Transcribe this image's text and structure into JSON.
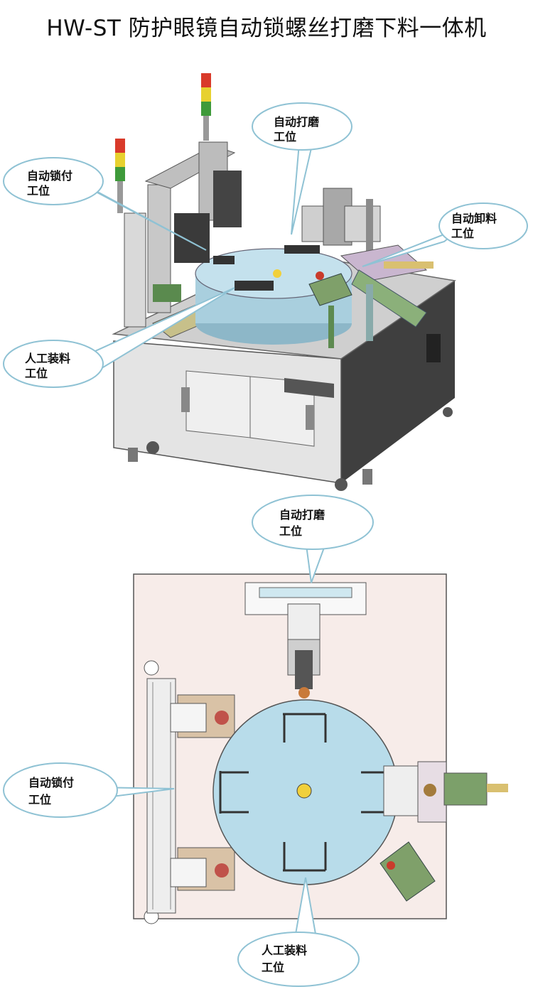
{
  "title": "HW-ST 防护眼镜自动锁螺丝打磨下料一体机",
  "callouts": {
    "polish_top": {
      "line1": "自动打磨",
      "line2": "工位"
    },
    "lock_top": {
      "line1": "自动锁付",
      "line2": "工位"
    },
    "unload_top": {
      "line1": "自动卸料",
      "line2": "工位"
    },
    "manual_top": {
      "line1": "人工装料",
      "line2": "工位"
    },
    "polish_bot": {
      "line1": "自动打磨",
      "line2": "工位"
    },
    "lock_bot": {
      "line1": "自动锁付",
      "line2": "工位"
    },
    "manual_bot": {
      "line1": "人工装料",
      "line2": "工位"
    }
  },
  "colors": {
    "turntable": "#b8dcea",
    "frame": "#d4d4d4",
    "base_dark": "#4a4a4a",
    "panel_green": "#7fa06a",
    "plate_pink": "#f7ece9",
    "bubble_stroke": "#8fc2d4"
  }
}
